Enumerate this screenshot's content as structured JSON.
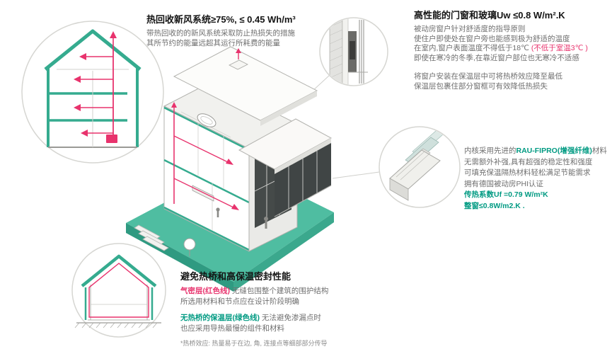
{
  "palette": {
    "teal_illustration": "#35ab8f",
    "teal_platform": "#4fbda1",
    "teal_platform_dark": "#2f9a81",
    "red_accent": "#e8336d",
    "green_text": "#009a82",
    "body_text": "#6f6f6f",
    "heading_text": "#141414"
  },
  "callouts": {
    "heat_recovery": {
      "title": "热回收新风系统≥75%, ≤ 0.45 Wh/m³",
      "line1": "带热回收的的新风系统采取防止热损失的措施",
      "line2": "其所节约的能量远超其运行所耗费的能量"
    },
    "windows": {
      "title": "高性能的门窗和玻璃Uw ≤0.8 W/m².K",
      "line1": "被动房窗户针对舒适度的指导原则",
      "line2": "使住户即使处在窗户旁也能感到极为舒适的温度",
      "line3_prefix": "在室内,窗户表面温度不得低于18℃ ",
      "line3_red": "(不低于室温3℃ )",
      "line4": "即使在寒冷的冬季,在靠近窗户部位也无寒冷不适感",
      "line5": "将窗户安装在保温层中可将热桥效应降至最低",
      "line6": "保温层包裹住部分窗框可有效降低热损失"
    },
    "profile": {
      "line1_prefix": "内核采用先进的",
      "line1_highlight": "RAU-FIPRO(增强纤维)",
      "line1_suffix": "材料",
      "line2": "无需额外补强,具有超强的稳定性和强度",
      "line3": "可填充保温隔热材料轻松满足节能需求",
      "line4": "拥有德国被动房PHI认证",
      "line5": "传热系数Uf =0.79 W/m²K",
      "line6": "整窗≤0.8W/m2.K ."
    },
    "thermal_bridge": {
      "title": "避免热桥和高保温密封性能",
      "line1_red": "气密层(红色线)",
      "line1_rest": " 无缝包围整个建筑的围护结构",
      "line2": "所选用材料和节点应在设计阶段明确",
      "line3_green": "无热桥的保温层(绿色线)",
      "line3_rest": " 无法避免渗漏点时",
      "line4": "也应采用导热最慢的组件和材料",
      "footnote": "*热桥效应: 热量易于在边, 角, 连接点等细部部分传导"
    }
  }
}
